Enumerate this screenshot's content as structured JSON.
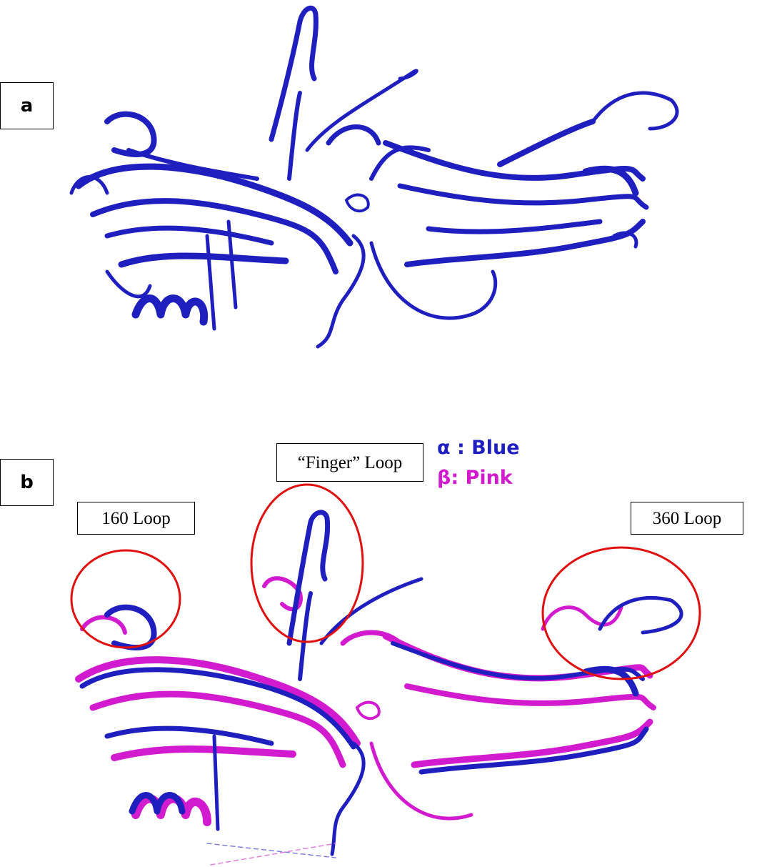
{
  "panels": {
    "a": {
      "label": "a"
    },
    "b": {
      "label": "b"
    }
  },
  "loops": {
    "finger": "“Finger” Loop",
    "loop160": "160 Loop",
    "loop360": "360 Loop"
  },
  "legend": {
    "alpha": "α : Blue",
    "beta": "β: Pink"
  },
  "colors": {
    "alpha_chain": "#1f1fbf",
    "beta_chain": "#d21bcf",
    "highlight_circle": "#e01010"
  }
}
